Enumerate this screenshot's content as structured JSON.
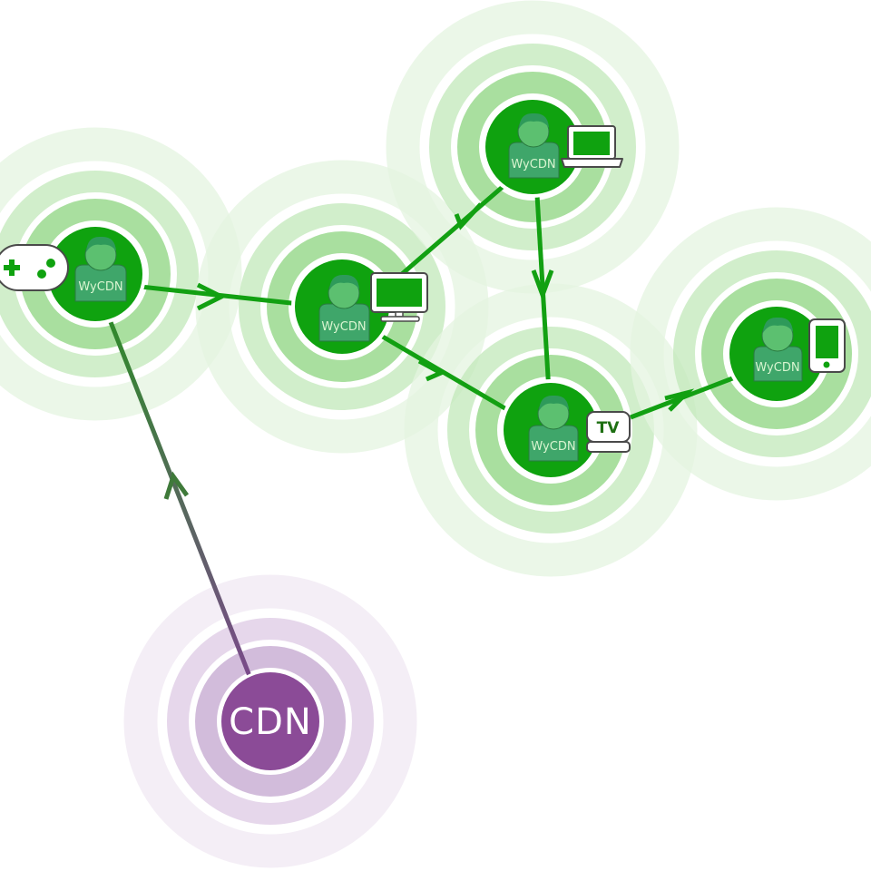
{
  "colors": {
    "peer_core": "#0fa20f",
    "peer_ring_inner": "#8cd47f",
    "peer_ring_mid": "#c2e8b9",
    "peer_ring_outer": "#e4f4e0",
    "avatar": "#3fa66a",
    "avatar_head": "#5cc070",
    "avatar_hair": "#2e9a5a",
    "device_fill": "#0fa20f",
    "cdn_core": "#8b4b97",
    "cdn_ring_inner": "#c3a5cf",
    "cdn_ring_mid": "#ddcae4",
    "cdn_ring_outer": "#f0e8f3",
    "edge_green": "#12a012",
    "edge_dark": "#3f7a3a",
    "edge_purple": "#7a4a8a"
  },
  "cdn": {
    "label": "CDN"
  },
  "peers": [
    {
      "id": "peer-gamepad",
      "label": "WyCDN",
      "device": "gamepad-icon"
    },
    {
      "id": "peer-desktop",
      "label": "WyCDN",
      "device": "desktop-monitor-icon"
    },
    {
      "id": "peer-laptop",
      "label": "WyCDN",
      "device": "laptop-icon"
    },
    {
      "id": "peer-tv",
      "label": "WyCDN",
      "device": "tv-icon",
      "device_text": "TV"
    },
    {
      "id": "peer-phone",
      "label": "WyCDN",
      "device": "smartphone-icon"
    }
  ],
  "edges": [
    {
      "from": "cdn",
      "to": "peer-gamepad"
    },
    {
      "from": "peer-gamepad",
      "to": "peer-desktop"
    },
    {
      "from": "peer-laptop",
      "to": "peer-desktop"
    },
    {
      "from": "peer-laptop",
      "to": "peer-tv"
    },
    {
      "from": "peer-desktop",
      "to": "peer-tv"
    },
    {
      "from": "peer-tv",
      "to": "peer-phone"
    }
  ]
}
